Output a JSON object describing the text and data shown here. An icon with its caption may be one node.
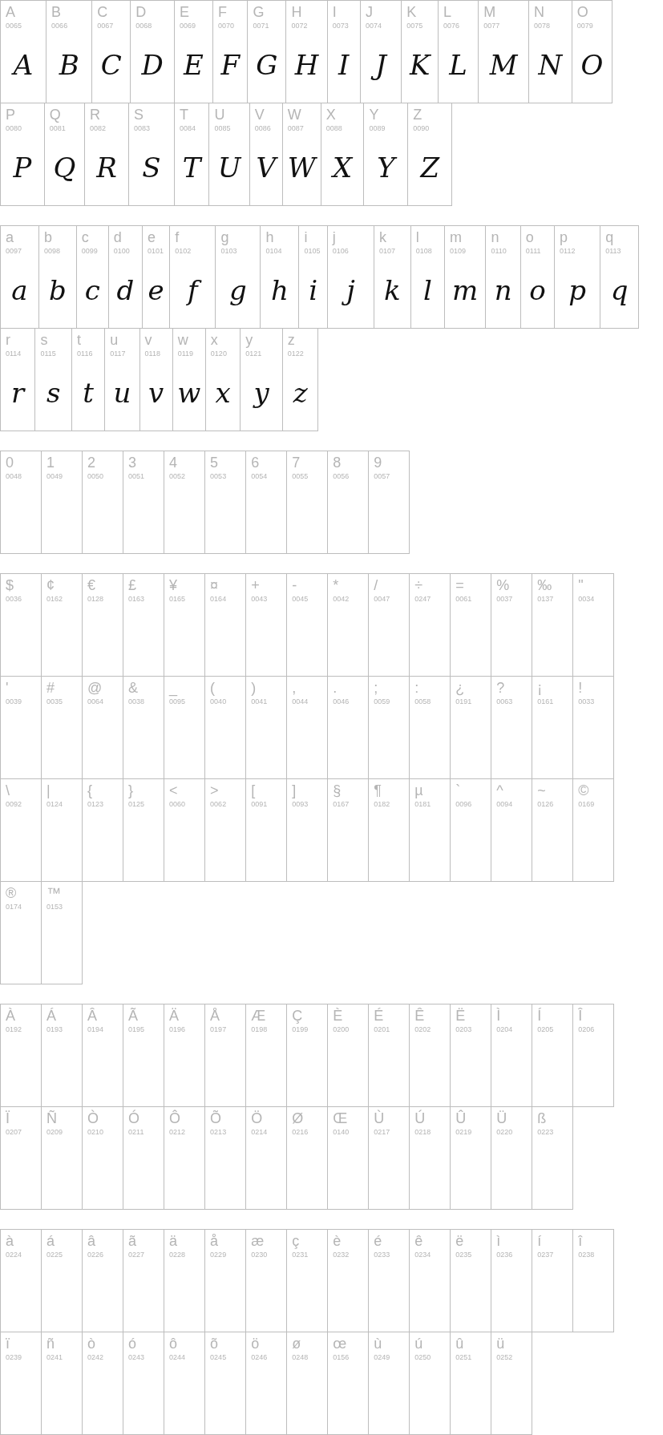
{
  "diagram": {
    "nodes": [
      {
        "text": [
          "A",
          "0065",
          "A"
        ]
      },
      {
        "text": [
          "B",
          "0066",
          "B"
        ]
      },
      {
        "text": [
          "C",
          "0067",
          "C"
        ]
      },
      {
        "text": [
          "D",
          "0068",
          "D"
        ]
      },
      {
        "text": [
          "E",
          "0069",
          "E"
        ]
      },
      {
        "text": [
          "F",
          "0070",
          "F"
        ]
      },
      {
        "text": [
          "G",
          "0071",
          "G"
        ]
      },
      {
        "text": [
          "H",
          "0072",
          "H"
        ]
      },
      {
        "text": [
          "I",
          "0073",
          "I"
        ]
      },
      {
        "text": [
          "J",
          "0074",
          "J"
        ]
      },
      {
        "text": [
          "K",
          "0075",
          "K"
        ]
      },
      {
        "text": [
          "L",
          "0076",
          "L"
        ]
      },
      {
        "text": [
          "M",
          "0077",
          "M"
        ]
      },
      {
        "text": [
          "N",
          "0078",
          "N"
        ]
      },
      {
        "text": [
          "O",
          "0079",
          "O"
        ]
      },
      {
        "text": [
          "P",
          "0080",
          "P"
        ]
      },
      {
        "text": [
          "Q",
          "0081",
          "Q"
        ]
      },
      {
        "text": [
          "R",
          "0082",
          "R"
        ]
      },
      {
        "text": [
          "S",
          "0083",
          "S"
        ]
      },
      {
        "text": [
          "T",
          "0084",
          "T"
        ]
      },
      {
        "text": [
          "U",
          "0085",
          "U"
        ]
      },
      {
        "text": [
          "V",
          "0086",
          "V"
        ]
      },
      {
        "text": [
          "W",
          "0087",
          "W"
        ]
      },
      {
        "text": [
          "X",
          "0088",
          "X"
        ]
      },
      {
        "text": [
          "Y",
          "0089",
          "Y"
        ]
      },
      {
        "text": [
          "Z",
          "0090",
          "Z"
        ]
      },
      {
        "text": [
          "a",
          "0097",
          "a"
        ]
      },
      {
        "text": [
          "b",
          "0098",
          "b"
        ]
      },
      {
        "text": [
          "c",
          "0099",
          "c"
        ]
      },
      {
        "text": [
          "d",
          "0100",
          "d"
        ]
      },
      {
        "text": [
          "e",
          "0101",
          "e"
        ]
      },
      {
        "text": [
          "f",
          "0102",
          "f"
        ]
      },
      {
        "text": [
          "g",
          "0103",
          "g"
        ]
      },
      {
        "text": [
          "h",
          "0104",
          "h"
        ]
      },
      {
        "text": [
          "i",
          "0105",
          "i"
        ]
      },
      {
        "text": [
          "j",
          "0106",
          "j"
        ]
      },
      {
        "text": [
          "k",
          "0107",
          "k"
        ]
      },
      {
        "text": [
          "l",
          "0108",
          "l"
        ]
      },
      {
        "text": [
          "m",
          "0109",
          "m"
        ]
      },
      {
        "text": [
          "n",
          "0110",
          "n"
        ]
      },
      {
        "text": [
          "o",
          "0111",
          "o"
        ]
      },
      {
        "text": [
          "p",
          "0112",
          "p"
        ]
      },
      {
        "text": [
          "q",
          "0113",
          "q"
        ]
      },
      {
        "text": [
          "r",
          "0114",
          "r"
        ]
      },
      {
        "text": [
          "s",
          "0115",
          "s"
        ]
      },
      {
        "text": [
          "t",
          "0116",
          "t"
        ]
      },
      {
        "text": [
          "u",
          "0117",
          "u"
        ]
      },
      {
        "text": [
          "v",
          "0118",
          "v"
        ]
      },
      {
        "text": [
          "w",
          "0119",
          "w"
        ]
      },
      {
        "text": [
          "x",
          "0120",
          "x"
        ]
      },
      {
        "text": [
          "y",
          "0121",
          "y"
        ]
      },
      {
        "text": [
          "z",
          "0122",
          "z"
        ]
      },
      {
        "text": [
          "0",
          "0048"
        ]
      },
      {
        "text": [
          "1",
          "0049"
        ]
      },
      {
        "text": [
          "2",
          "0050"
        ]
      },
      {
        "text": [
          "3",
          "0051"
        ]
      },
      {
        "text": [
          "4",
          "0052"
        ]
      },
      {
        "text": [
          "5",
          "0053"
        ]
      },
      {
        "text": [
          "6",
          "0054"
        ]
      },
      {
        "text": [
          "7",
          "0055"
        ]
      },
      {
        "text": [
          "8",
          "0056"
        ]
      },
      {
        "text": [
          "9",
          "0057"
        ]
      },
      {
        "text": [
          "$",
          "0036"
        ]
      },
      {
        "text": [
          "¢",
          "0162"
        ]
      },
      {
        "text": [
          "€",
          "0128"
        ]
      },
      {
        "text": [
          "£",
          "0163"
        ]
      },
      {
        "text": [
          "¥",
          "0165"
        ]
      },
      {
        "text": [
          "¤",
          "0164"
        ]
      },
      {
        "text": [
          "+",
          "0043"
        ]
      },
      {
        "text": [
          "-",
          "0045"
        ]
      },
      {
        "text": [
          "*",
          "0042"
        ]
      },
      {
        "text": [
          "/",
          "0047"
        ]
      },
      {
        "text": [
          "÷",
          "0247"
        ]
      },
      {
        "text": [
          "=",
          "0061"
        ]
      },
      {
        "text": [
          "%",
          "0037"
        ]
      },
      {
        "text": [
          "‰",
          "0137"
        ]
      },
      {
        "text": [
          "\"",
          "0034"
        ]
      },
      {
        "text": [
          "'",
          "0039"
        ]
      },
      {
        "text": [
          "#",
          "0035"
        ]
      },
      {
        "text": [
          "@",
          "0064"
        ]
      },
      {
        "text": [
          "&",
          "0038"
        ]
      },
      {
        "text": [
          "_",
          "0095"
        ]
      },
      {
        "text": [
          "(",
          "0040"
        ]
      },
      {
        "text": [
          ")",
          "0041"
        ]
      },
      {
        "text": [
          ",",
          "0044"
        ]
      },
      {
        "text": [
          ".",
          "0046"
        ]
      },
      {
        "text": [
          ";",
          "0059"
        ]
      },
      {
        "text": [
          ":",
          "0058"
        ]
      },
      {
        "text": [
          "¿",
          "0191"
        ]
      },
      {
        "text": [
          "?",
          "0063"
        ]
      },
      {
        "text": [
          "¡",
          "0161"
        ]
      },
      {
        "text": [
          "!",
          "0033"
        ]
      },
      {
        "text": [
          "\\",
          "0092"
        ]
      },
      {
        "text": [
          "|",
          "0124"
        ]
      },
      {
        "text": [
          "{",
          "0123"
        ]
      },
      {
        "text": [
          "}",
          "0125"
        ]
      },
      {
        "text": [
          "<",
          "0060"
        ]
      },
      {
        "text": [
          ">",
          "0062"
        ]
      },
      {
        "text": [
          "[",
          "0091"
        ]
      },
      {
        "text": [
          "]",
          "0093"
        ]
      },
      {
        "text": [
          "§",
          "0167"
        ]
      },
      {
        "text": [
          "¶",
          "0182"
        ]
      },
      {
        "text": [
          "µ",
          "0181"
        ]
      },
      {
        "text": [
          "`",
          "0096"
        ]
      },
      {
        "text": [
          "^",
          "0094"
        ]
      },
      {
        "text": [
          "~",
          "0126"
        ]
      },
      {
        "text": [
          "©",
          "0169"
        ]
      },
      {
        "text": [
          "®",
          "0174"
        ]
      },
      {
        "text": [
          "™",
          "0153"
        ]
      },
      {
        "text": [
          "À",
          "0192"
        ]
      },
      {
        "text": [
          "Á",
          "0193"
        ]
      },
      {
        "text": [
          "Â",
          "0194"
        ]
      },
      {
        "text": [
          "Ã",
          "0195"
        ]
      },
      {
        "text": [
          "Ä",
          "0196"
        ]
      },
      {
        "text": [
          "Å",
          "0197"
        ]
      },
      {
        "text": [
          "Æ",
          "0198"
        ]
      },
      {
        "text": [
          "Ç",
          "0199"
        ]
      },
      {
        "text": [
          "È",
          "0200"
        ]
      },
      {
        "text": [
          "É",
          "0201"
        ]
      },
      {
        "text": [
          "Ê",
          "0202"
        ]
      },
      {
        "text": [
          "Ë",
          "0203"
        ]
      },
      {
        "text": [
          "Ì",
          "0204"
        ]
      },
      {
        "text": [
          "Í",
          "0205"
        ]
      },
      {
        "text": [
          "Î",
          "0206"
        ]
      },
      {
        "text": [
          "Ï",
          "0207"
        ]
      },
      {
        "text": [
          "Ñ",
          "0209"
        ]
      },
      {
        "text": [
          "Ò",
          "0210"
        ]
      },
      {
        "text": [
          "Ó",
          "0211"
        ]
      },
      {
        "text": [
          "Ô",
          "0212"
        ]
      },
      {
        "text": [
          "Õ",
          "0213"
        ]
      },
      {
        "text": [
          "Ö",
          "0214"
        ]
      },
      {
        "text": [
          "Ø",
          "0216"
        ]
      },
      {
        "text": [
          "Œ",
          "0140"
        ]
      },
      {
        "text": [
          "Ù",
          "0217"
        ]
      },
      {
        "text": [
          "Ú",
          "0218"
        ]
      },
      {
        "text": [
          "Û",
          "0219"
        ]
      },
      {
        "text": [
          "Ü",
          "0220"
        ]
      },
      {
        "text": [
          "ß",
          "0223"
        ]
      },
      {
        "text": [
          "à",
          "0224"
        ]
      },
      {
        "text": [
          "á",
          "0225"
        ]
      },
      {
        "text": [
          "â",
          "0226"
        ]
      },
      {
        "text": [
          "ã",
          "0227"
        ]
      },
      {
        "text": [
          "ä",
          "0228"
        ]
      },
      {
        "text": [
          "å",
          "0229"
        ]
      },
      {
        "text": [
          "æ",
          "0230"
        ]
      },
      {
        "text": [
          "ç",
          "0231"
        ]
      },
      {
        "text": [
          "è",
          "0232"
        ]
      },
      {
        "text": [
          "é",
          "0233"
        ]
      },
      {
        "text": [
          "ê",
          "0234"
        ]
      },
      {
        "text": [
          "ë",
          "0235"
        ]
      },
      {
        "text": [
          "ì",
          "0236"
        ]
      },
      {
        "text": [
          "í",
          "0237"
        ]
      },
      {
        "text": [
          "î",
          "0238"
        ]
      },
      {
        "text": [
          "ï",
          "0239"
        ]
      },
      {
        "text": [
          "ñ",
          "0241"
        ]
      },
      {
        "text": [
          "ò",
          "0242"
        ]
      },
      {
        "text": [
          "ó",
          "0243"
        ]
      },
      {
        "text": [
          "ô",
          "0244"
        ]
      },
      {
        "text": [
          "õ",
          "0245"
        ]
      },
      {
        "text": [
          "ö",
          "0246"
        ]
      },
      {
        "text": [
          "ø",
          "0248"
        ]
      },
      {
        "text": [
          "œ",
          "0156"
        ]
      },
      {
        "text": [
          "ù",
          "0249"
        ]
      },
      {
        "text": [
          "ú",
          "0250"
        ]
      },
      {
        "text": [
          "û",
          "0251"
        ]
      },
      {
        "text": [
          "ü",
          "0252"
        ]
      }
    ]
  }
}
